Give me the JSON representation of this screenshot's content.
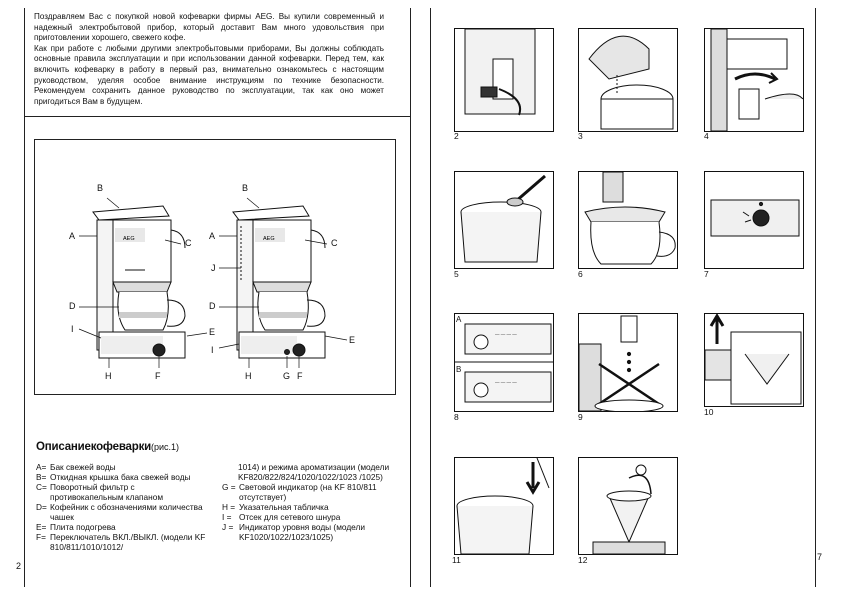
{
  "intro": {
    "p1": "Поздравляем Вас с покупкой новой кофеварки фирмы AEG. Вы купили современный и надежный электробытовой прибор, который доставит Вам много удовольствия при приготовлении хорошего, свежего кофе.",
    "p2": "Как при работе с любыми другими электробытовыми приборами, Вы должны соблюдать основные правила эксплуатации и при использовании данной кофеварки. Перед тем, как включить кофеварку в работу в первый раз, внимательно ознакомьтесь с настоящим руководством, уделяя особое внимание инструкциям по технике безопасности. Рекомендуем сохранить данное руководство по эксплуатации, так как оно может пригодиться Вам в будущем."
  },
  "figure": {
    "left_labels": [
      "A",
      "B",
      "C",
      "D",
      "I",
      "E",
      "H",
      "F"
    ],
    "right_labels": [
      "A",
      "B",
      "C",
      "J",
      "D",
      "E",
      "I",
      "H",
      "G",
      "F"
    ],
    "brand": "AEG"
  },
  "description": {
    "title": "Описаниекофеварки",
    "ref": "(рис.1)",
    "col1": [
      {
        "key": "A=",
        "text": "Бак свежей воды"
      },
      {
        "key": "B=",
        "text": "Откидная крышка бака свежей воды"
      },
      {
        "key": "C=",
        "text": "Поворотный фильтр с противокапельным клапаном"
      },
      {
        "key": "D=",
        "text": "Кофейник с обозначениями количества чашек"
      },
      {
        "key": "E=",
        "text": "Плита подогрева"
      },
      {
        "key": "F=",
        "text": "Переключатель ВКЛ./ВЫКЛ. (модели KF 810/811/1010/1012/"
      }
    ],
    "col2_cont": "1014) и режима ароматизации (модели KF820/822/824/1020/1022/1023 /1025)",
    "col2": [
      {
        "key": "G =",
        "text": "Световой индикатор (на KF 810/811 отсутствует)"
      },
      {
        "key": "H =",
        "text": "Указательная табличка"
      },
      {
        "key": "I =",
        "text": "Отсек для сетевого шнура"
      },
      {
        "key": "J =",
        "text": "Индикатор уровня воды (модели KF1020/1022/1023/1025)"
      }
    ]
  },
  "page_numbers": {
    "left": "2",
    "right": "7"
  },
  "photos": {
    "captions": [
      "2",
      "3",
      "4",
      "5",
      "6",
      "7",
      "8",
      "9",
      "10",
      "11",
      "12"
    ],
    "fig8_tags": [
      "A",
      "B"
    ]
  }
}
